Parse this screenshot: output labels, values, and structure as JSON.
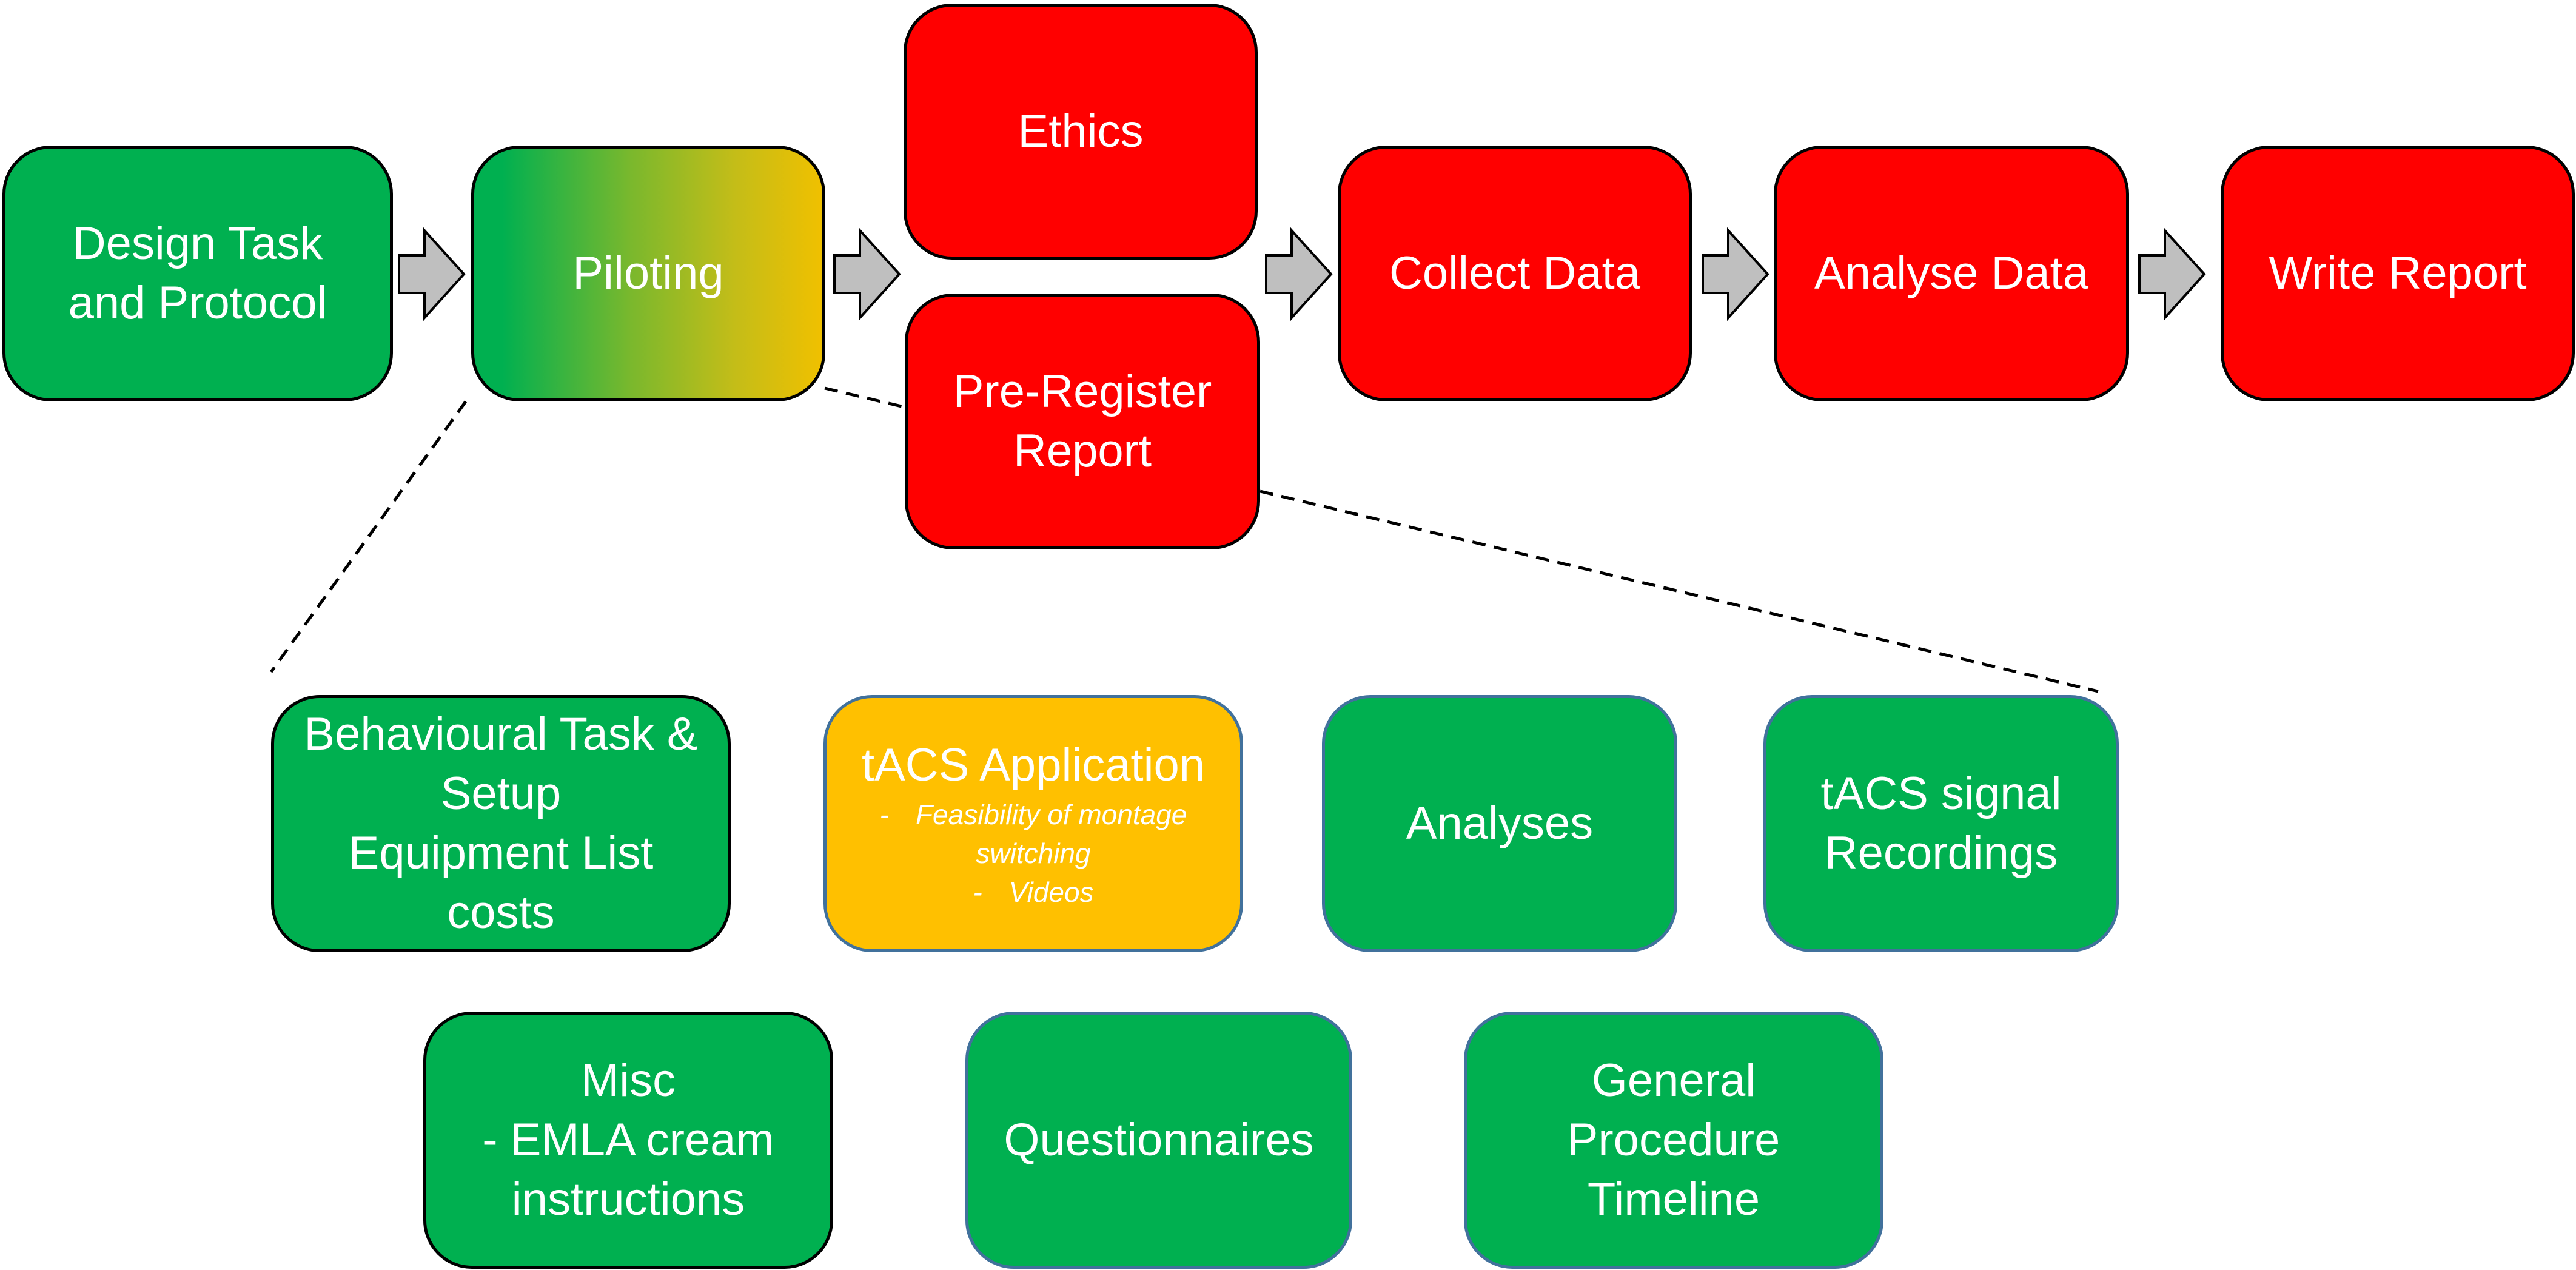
{
  "colors": {
    "done": "#00b050",
    "pending": "#ff0000",
    "partial": "#ffc000",
    "arrow_fill": "#bfbfbf"
  },
  "stages": {
    "design": [
      "Design Task",
      "and Protocol"
    ],
    "piloting": [
      "Piloting"
    ],
    "ethics": [
      "Ethics"
    ],
    "preregister": [
      "Pre-Register",
      "Report"
    ],
    "collect": [
      "Collect Data"
    ],
    "analyse": [
      "Analyse Data"
    ],
    "write": [
      "Write Report"
    ]
  },
  "pilot_items": {
    "behavioural": [
      "Behavioural Task &",
      "Setup",
      "Equipment List",
      "costs"
    ],
    "tacs_application": {
      "title": "tACS Application",
      "bullets": [
        "Feasibility of montage",
        "switching",
        "Videos"
      ],
      "bullet_marker": "-"
    },
    "analyses": [
      "Analyses"
    ],
    "signal": [
      "tACS signal",
      "Recordings"
    ],
    "misc": [
      "Misc",
      "- EMLA cream",
      "instructions"
    ],
    "questionnaires": [
      "Questionnaires"
    ],
    "procedure": [
      "General",
      "Procedure",
      "Timeline"
    ]
  }
}
